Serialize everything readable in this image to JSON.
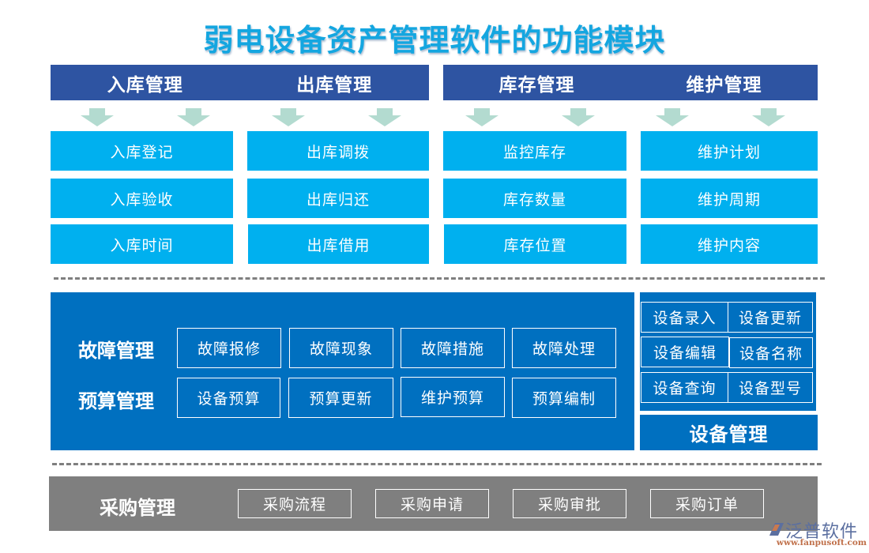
{
  "title": "弱电设备资产管理软件的功能模块",
  "colors": {
    "title": "#14a6e0",
    "header_bg": "#2e54a2",
    "arrow": "#b3dbd0",
    "cyan_box": "#00b0ef",
    "mid_panel": "#0070c0",
    "procurement_panel": "#7f7f7f",
    "dashed_line": "#7f7f7f"
  },
  "top_headers": {
    "left": [
      "入库管理",
      "出库管理"
    ],
    "right": [
      "库存管理",
      "维护管理"
    ]
  },
  "top_columns": [
    {
      "name": "入库管理",
      "items": [
        "入库登记",
        "入库验收",
        "入库时间"
      ]
    },
    {
      "name": "出库管理",
      "items": [
        "出库调拨",
        "出库归还",
        "出库借用"
      ]
    },
    {
      "name": "库存管理",
      "items": [
        "监控库存",
        "库存数量",
        "库存位置"
      ]
    },
    {
      "name": "维护管理",
      "items": [
        "维护计划",
        "维护周期",
        "维护内容"
      ]
    }
  ],
  "middle": {
    "fault": {
      "label": "故障管理",
      "items": [
        "故障报修",
        "故障现象",
        "故障措施",
        "故障处理"
      ]
    },
    "budget": {
      "label": "预算管理",
      "items": [
        "设备预算",
        "预算更新",
        "维护预算",
        "预算编制"
      ]
    }
  },
  "device": {
    "label": "设备管理",
    "items": [
      "设备录入",
      "设备更新",
      "设备编辑",
      "设备名称",
      "设备查询",
      "设备型号"
    ]
  },
  "procurement": {
    "label": "采购管理",
    "items": [
      "采购流程",
      "采购申请",
      "采购审批",
      "采购订单"
    ]
  },
  "logo": {
    "name": "泛普软件",
    "url": "www.fanpusoft.com"
  }
}
